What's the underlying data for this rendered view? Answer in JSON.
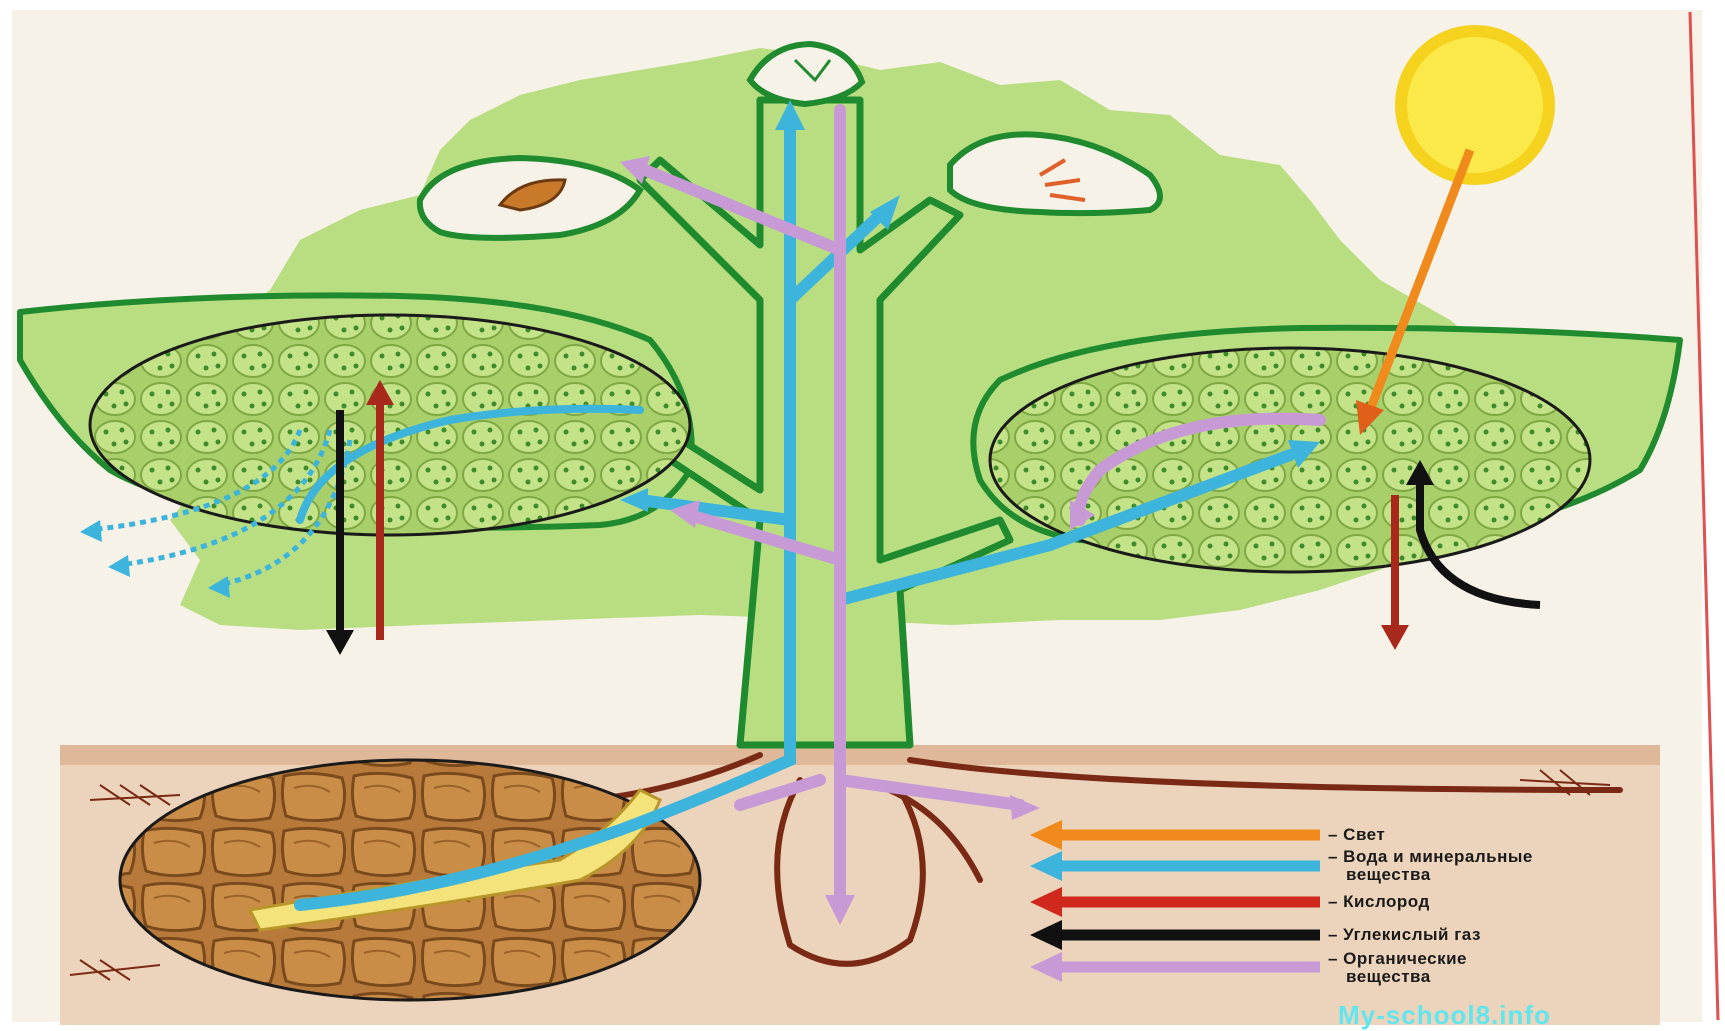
{
  "legend": {
    "items": [
      {
        "label": "– Свет",
        "color": "#f08a1c"
      },
      {
        "label": "– Вода и минеральные",
        "label2": "вещества",
        "color": "#3cb4dc"
      },
      {
        "label": "– Кислород",
        "color": "#d0281c"
      },
      {
        "label": "– Углекислый газ",
        "color": "#111111"
      },
      {
        "label": "– Органические",
        "label2": "вещества",
        "color": "#c79ad6"
      }
    ]
  },
  "watermark": "My-school8.info",
  "colors": {
    "canopy": "#b5db7c",
    "background": "#f7f2e8",
    "soil": "#e8c7ab",
    "outline": "#1f8a2e",
    "water": "#3cb4dc",
    "organic": "#c79ad6",
    "oxygen": "#a8281c",
    "co2": "#111111",
    "light": "#f08a1c",
    "sun": "#f8de2a"
  }
}
